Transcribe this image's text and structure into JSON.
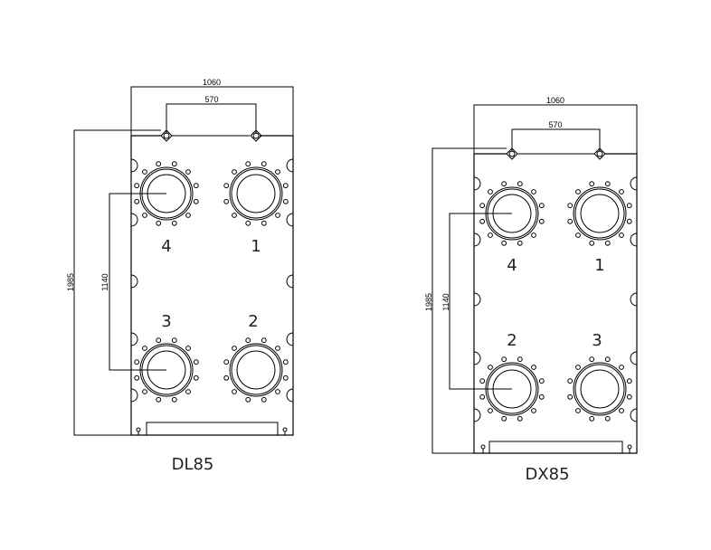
{
  "drawings": [
    {
      "model": "DL85",
      "dimensions": {
        "width_total": "1060",
        "port_spacing_h": "570",
        "height_total": "1985",
        "port_spacing_v": "1140"
      },
      "ports": [
        "4",
        "1",
        "3",
        "2"
      ]
    },
    {
      "model": "DX85",
      "dimensions": {
        "width_total": "1060",
        "port_spacing_h": "570",
        "height_total": "1985",
        "port_spacing_v": "1140"
      },
      "ports": [
        "4",
        "1",
        "2",
        "3"
      ]
    }
  ]
}
